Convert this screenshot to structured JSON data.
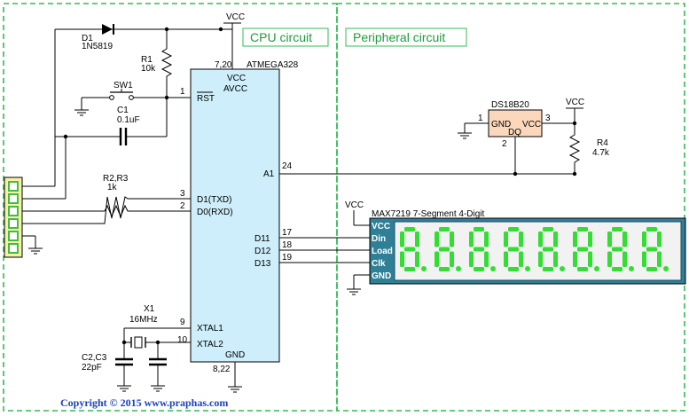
{
  "sections": {
    "cpu": "CPU circuit",
    "peripheral": "Peripheral circuit"
  },
  "labels": {
    "vcc": "VCC",
    "gnd": "GND"
  },
  "components": {
    "d1": {
      "ref": "D1",
      "value": "1N5819"
    },
    "r1": {
      "ref": "R1",
      "value": "10k"
    },
    "sw1": {
      "ref": "SW1"
    },
    "c1": {
      "ref": "C1",
      "value": "0.1uF"
    },
    "r23": {
      "ref": "R2,R3",
      "value": "1k"
    },
    "x1": {
      "ref": "X1",
      "value": "16MHz"
    },
    "c23": {
      "ref": "C2,C3",
      "value": "22pF"
    },
    "ds18b20": {
      "ref": "DS18B20",
      "gnd": "GND",
      "vcc": "VCC",
      "dq": "DQ",
      "pin1": "1",
      "pin2": "2",
      "pin3": "3"
    },
    "r4": {
      "ref": "R4",
      "value": "4.7k"
    }
  },
  "mcu": {
    "name": "ATMEGA328",
    "vcc_pins": "7,20",
    "gnd_pins": "8,22",
    "pins": {
      "vcc": "VCC",
      "avcc": "AVCC",
      "rst": "RST",
      "rst_num": "1",
      "d1": "D1(TXD)",
      "d1_num": "3",
      "d0": "D0(RXD)",
      "d0_num": "2",
      "xtal1": "XTAL1",
      "xtal1_num": "9",
      "xtal2": "XTAL2",
      "xtal2_num": "10",
      "gnd": "GND",
      "a1": "A1",
      "a1_num": "24",
      "d11": "D11",
      "d11_num": "17",
      "d12": "D12",
      "d12_num": "18",
      "d13": "D13",
      "d13_num": "19"
    }
  },
  "display": {
    "title": "MAX7219  7-Segment  4-Digit",
    "pins": [
      "VCC",
      "Din",
      "Load",
      "Clk",
      "GND"
    ],
    "digits": 8,
    "digit_char": "8.",
    "colors": {
      "panel": "#2f7f96",
      "segment": "#33dd33",
      "face": "#f2f2f2"
    }
  },
  "copyright": "Copyright © 2015 www.praphas.com",
  "colors": {
    "section_border": "#33bb55",
    "section_text": "#1e9b3c",
    "mcu_fill": "#cdeefa",
    "sensor_fill": "#fbd8bb",
    "connector_fill": "#f6f1a6",
    "connector_pin": "#44bb44"
  }
}
